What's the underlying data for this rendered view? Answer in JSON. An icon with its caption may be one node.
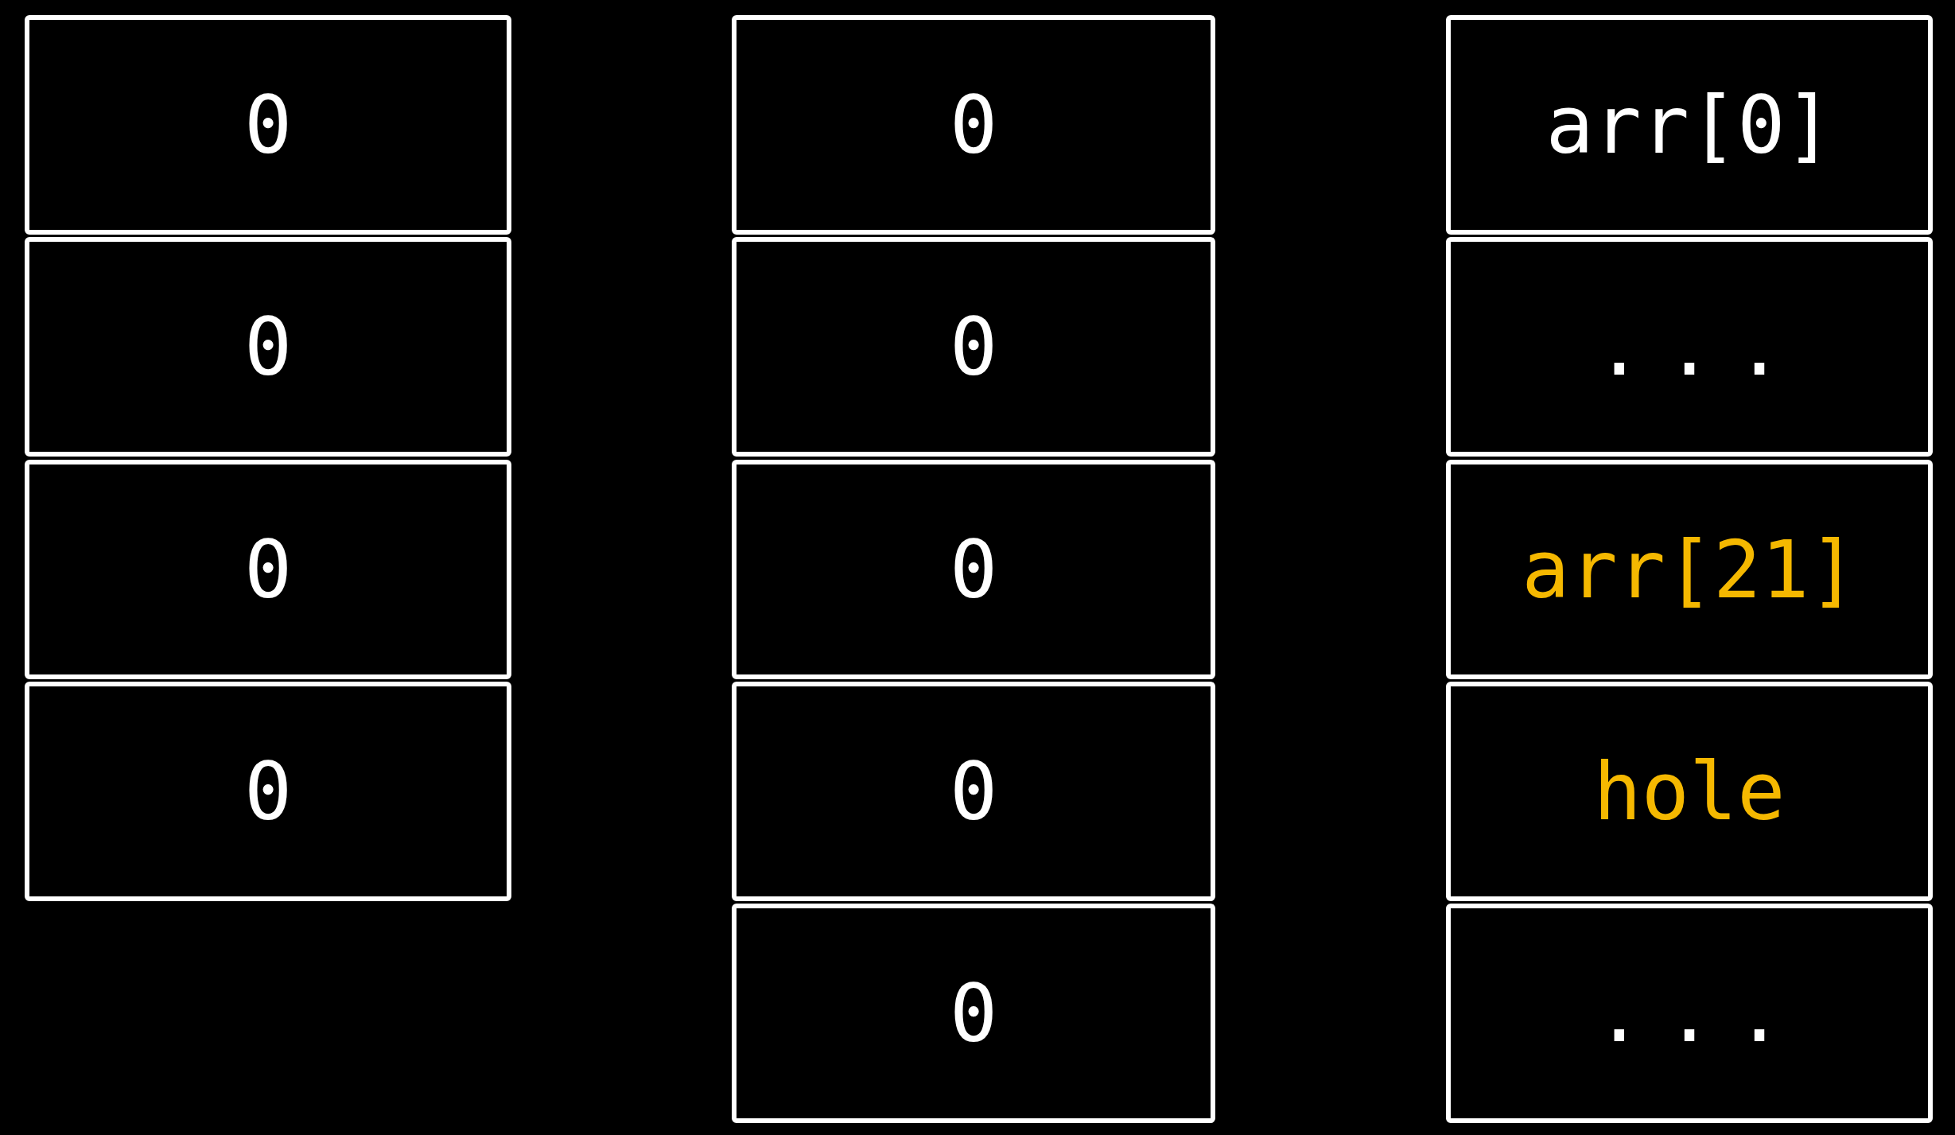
{
  "diagram": {
    "nodes": [
      {
        "text": [
          "0"
        ]
      },
      {
        "text": [
          "0"
        ]
      },
      {
        "text": [
          "0"
        ]
      },
      {
        "text": [
          "0"
        ]
      },
      {
        "text": [
          "0"
        ]
      },
      {
        "text": [
          "0"
        ]
      },
      {
        "text": [
          "0"
        ]
      },
      {
        "text": [
          "0"
        ]
      },
      {
        "text": [
          "0"
        ]
      },
      {
        "text": [
          "arr[0]"
        ]
      },
      {
        "text": [
          "..."
        ]
      },
      {
        "text": [
          "arr[21]"
        ]
      },
      {
        "text": [
          "hole"
        ]
      },
      {
        "text": [
          "..."
        ]
      }
    ]
  }
}
